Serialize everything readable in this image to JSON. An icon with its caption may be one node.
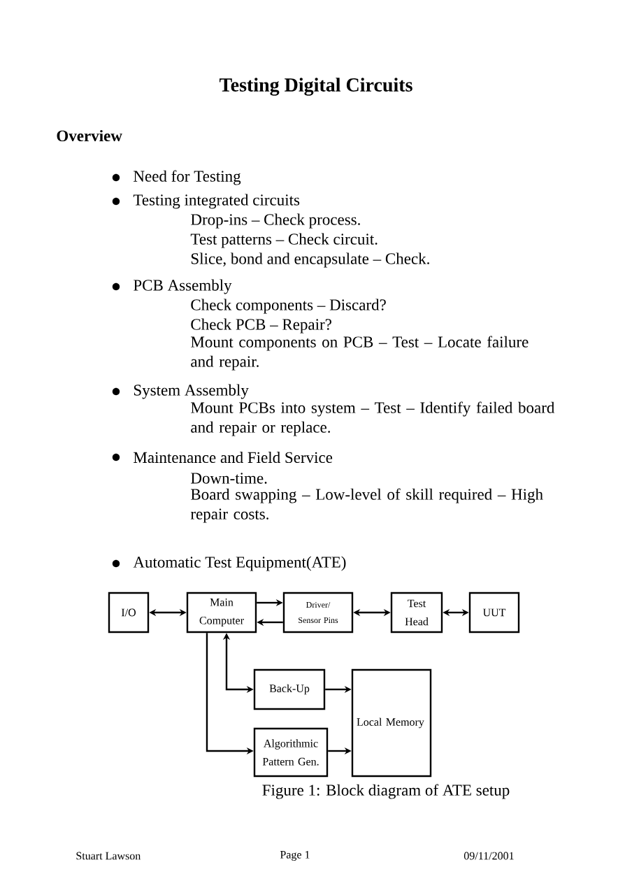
{
  "diagram": {
    "title": "Testing Digital Circuits",
    "caption": "Figure 1: Block diagram of ATE setup",
    "nodes": [
      {
        "text": [
          "I/O"
        ]
      },
      {
        "text": [
          "Main Computer"
        ]
      },
      {
        "text": [
          "Driver/ Sensor Pins"
        ]
      },
      {
        "text": [
          "Test Head"
        ]
      },
      {
        "text": [
          "UUT"
        ]
      },
      {
        "text": [
          "Back-Up"
        ]
      },
      {
        "text": [
          "Algorithmic Pattern Gen."
        ]
      },
      {
        "text": [
          "Local Memory"
        ]
      }
    ],
    "edges": [
      {
        "from": 0,
        "to": 1,
        "arrow": "both"
      },
      {
        "from": 1,
        "to": 2,
        "arrow": "to"
      },
      {
        "from": 2,
        "to": 1,
        "arrow": "to"
      },
      {
        "from": 2,
        "to": 3,
        "arrow": "both"
      },
      {
        "from": 3,
        "to": 4,
        "arrow": "both"
      },
      {
        "from": 1,
        "to": 5,
        "arrow": "both"
      },
      {
        "from": 1,
        "to": 6,
        "arrow": "to"
      },
      {
        "from": 5,
        "to": 7,
        "arrow": "to"
      },
      {
        "from": 6,
        "to": 7,
        "arrow": "to"
      }
    ],
    "labels": [
      "Overview",
      "Need for Testing",
      "Testing integrated circuits",
      "Drop-ins – Check process.",
      "Test patterns – Check circuit.",
      "Slice, bond and encapsulate – Check.",
      "PCB Assembly",
      "Check components – Discard?",
      "Check PCB – Repair?",
      "Mount components on PCB – Test – Locate failure and repair.",
      "System Assembly",
      "Mount PCBs into system – Test – Identify failed board and repair or replace.",
      "Maintenance and Field Service",
      "Down-time.",
      "Board swapping – Low-level of skill required – High repair costs.",
      "Automatic Test Equipment(ATE)",
      "Stuart Lawson",
      "Page 1",
      "09/11/2001"
    ]
  }
}
